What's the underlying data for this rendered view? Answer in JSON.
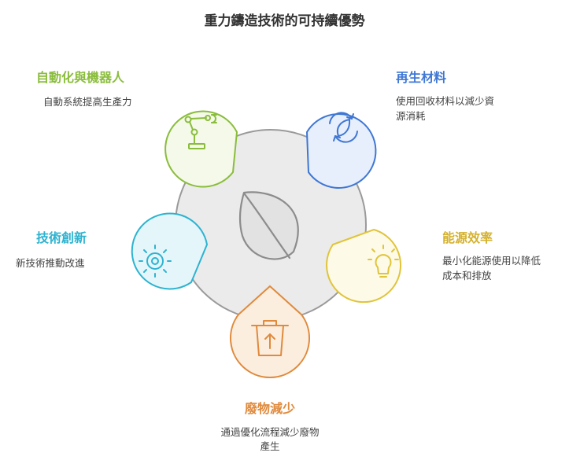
{
  "title": "重力鑄造技術的可持續優勢",
  "colors": {
    "automation": "#8ABD3C",
    "recycled": "#3F77D4",
    "energy": "#E0C43A",
    "waste": "#E08A3C",
    "innovation": "#2DB3D0",
    "center": "#999999"
  },
  "center_icon": "leaf-icon",
  "items": [
    {
      "key": "automation",
      "label": "自動化與機器人",
      "desc": "自動系統提高生產力",
      "icon": "robot-arm-icon"
    },
    {
      "key": "recycled",
      "label": "再生材料",
      "desc": [
        "使用回收材料以減少資",
        "源消耗"
      ],
      "icon": "recycle-icon"
    },
    {
      "key": "energy",
      "label": "能源效率",
      "desc": [
        "最小化能源使用以降低",
        "成本和排放"
      ],
      "icon": "lightbulb-icon"
    },
    {
      "key": "waste",
      "label": "廢物減少",
      "desc": [
        "通過優化流程減少廢物",
        "產生"
      ],
      "icon": "trash-icon"
    },
    {
      "key": "innovation",
      "label": "技術創新",
      "desc": "新技術推動改進",
      "icon": "gear-icon"
    }
  ]
}
